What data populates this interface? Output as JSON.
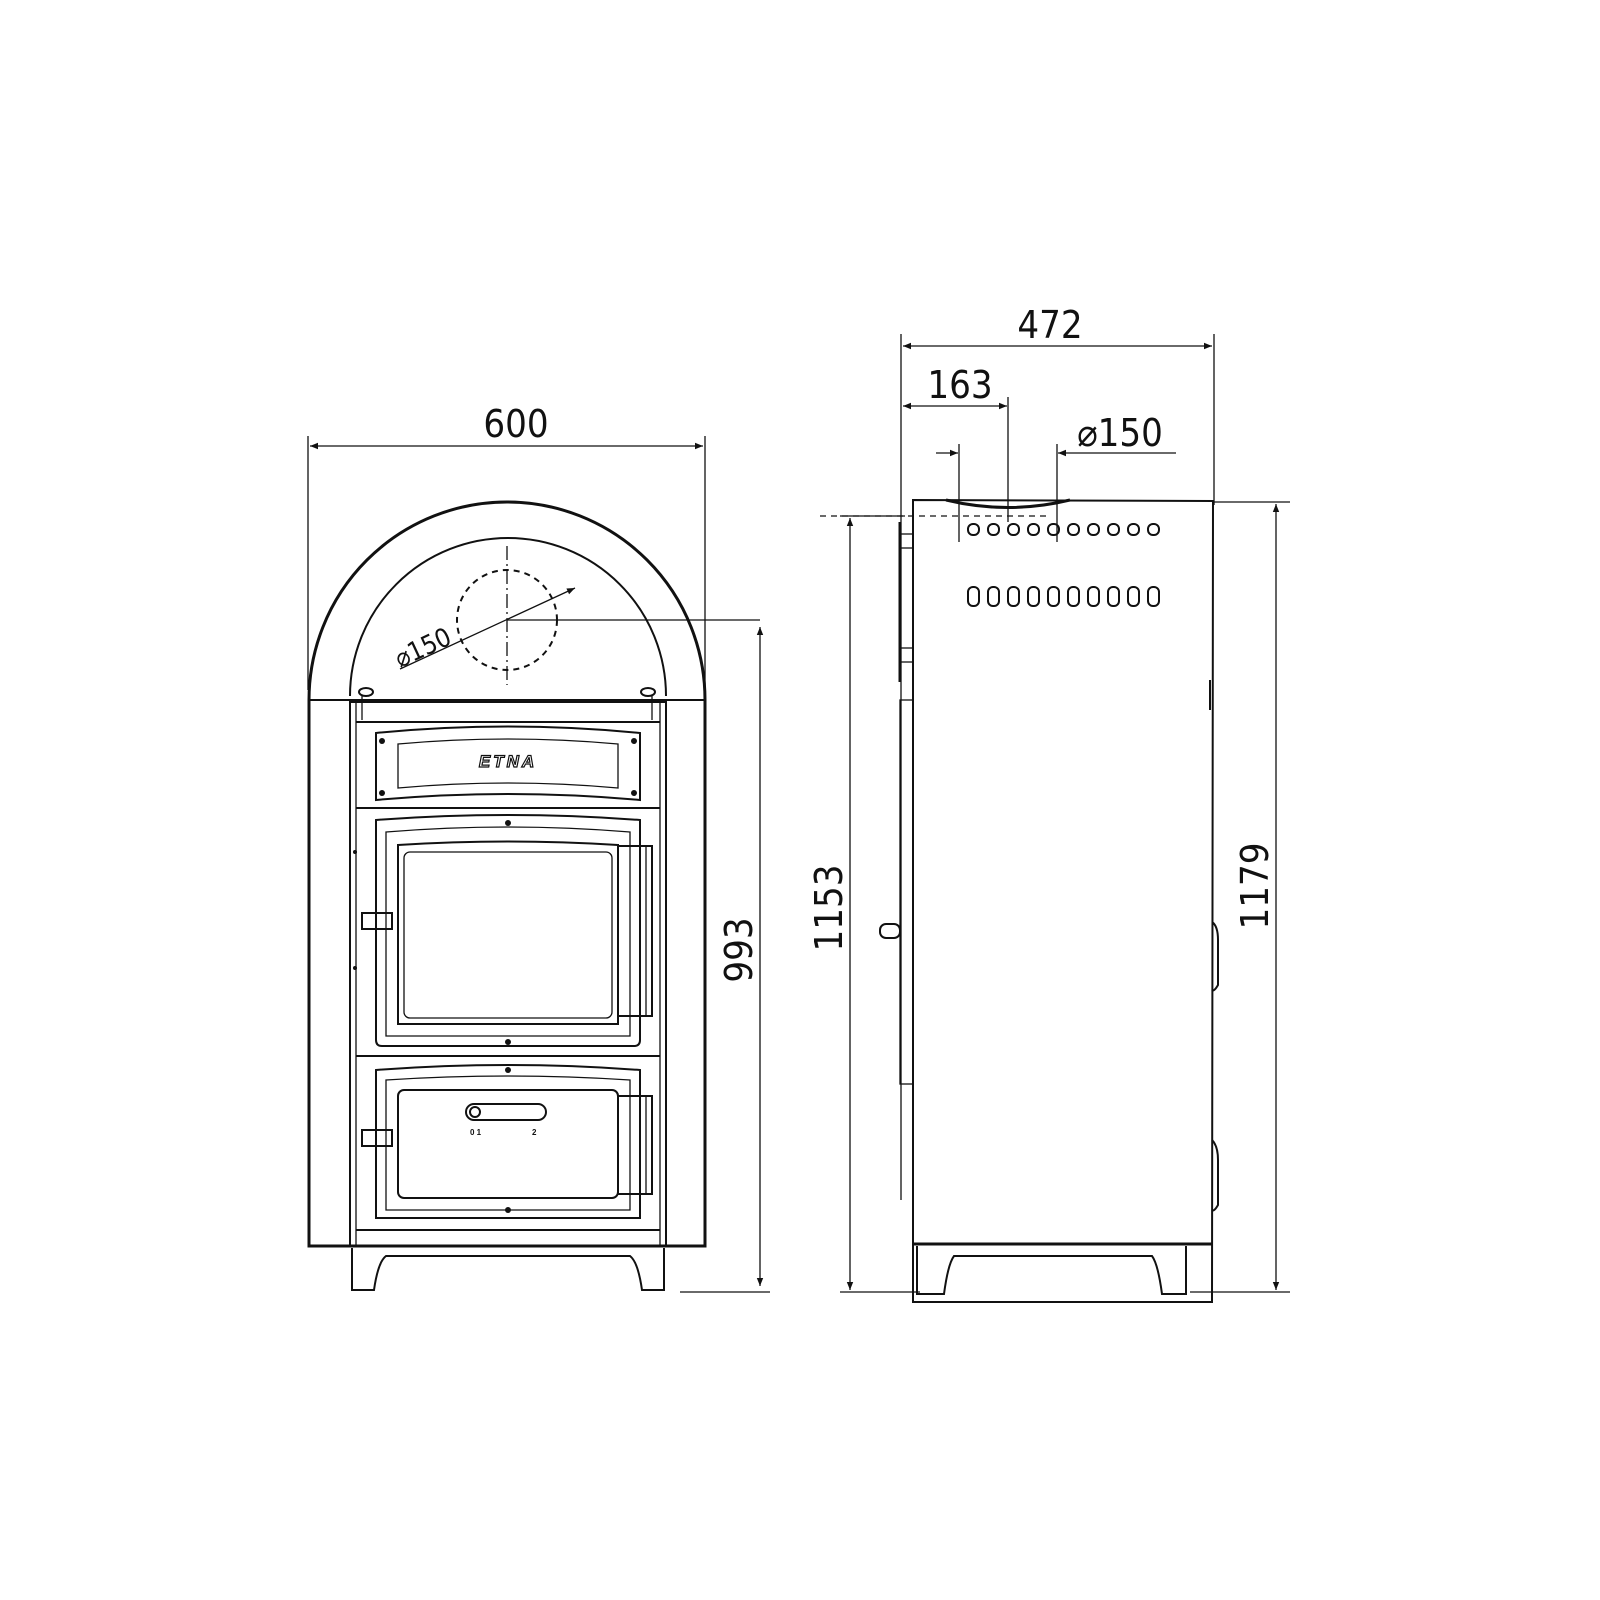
{
  "drawing": {
    "front_view": {
      "brand_label": "ETNA",
      "width_dim": "600",
      "flue_height_dim": "993",
      "flue_diameter_dim": "⌀150",
      "air_control_marks": [
        "0 1",
        "2"
      ]
    },
    "side_view": {
      "depth_dim": "472",
      "flue_offset_dim": "163",
      "flue_diameter_dim": "⌀150",
      "height_front_dim": "1153",
      "height_total_dim": "1179"
    },
    "colors": {
      "line": "#111111",
      "background": "#ffffff"
    }
  }
}
